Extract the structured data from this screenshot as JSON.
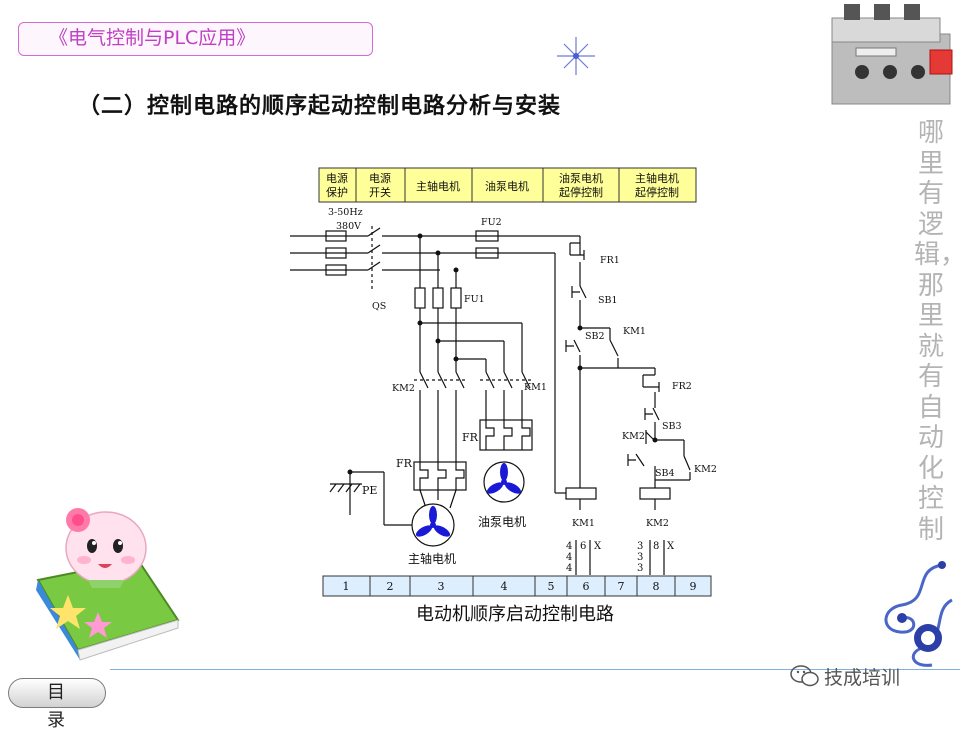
{
  "header": {
    "course_title": "《电气控制与PLC应用》"
  },
  "section_title": "（二）控制电路的顺序起动控制电路分析与安装",
  "side_slogan": "哪里有逻辑，那里就有自动化控制",
  "diagram": {
    "function_blocks": [
      "电源保护",
      "电源开关",
      "主轴电机",
      "油泵电机",
      "油泵电机起停控制",
      "主轴电机起停控制"
    ],
    "supply_label_1": "3-50Hz",
    "supply_label_2": "380V",
    "labels": {
      "qs": "QS",
      "fu1": "FU1",
      "fu2": "FU2",
      "km2_main": "KM2",
      "km1_main": "KM1",
      "fr_main": "FR",
      "fr_pump": "FR",
      "pe": "PE",
      "pump_motor": "油泵电机",
      "spindle_motor": "主轴电机",
      "fr1": "FR1",
      "sb1": "SB1",
      "sb2": "SB2",
      "km1_hold": "KM1",
      "fr2": "FR2",
      "sb3": "SB3",
      "km2_interlock": "KM2",
      "sb4": "SB4",
      "km2_hold": "KM2",
      "km1_coil": "KM1",
      "km2_coil": "KM2"
    },
    "contact_refs": {
      "km1": [
        "4",
        "4",
        "4",
        "6",
        "X"
      ],
      "km2": [
        "3",
        "3",
        "3",
        "8",
        "X"
      ]
    },
    "zones": [
      "1",
      "2",
      "3",
      "4",
      "5",
      "6",
      "7",
      "8",
      "9"
    ],
    "caption": "电动机顺序启动控制电路"
  },
  "footer": {
    "menu_label": "目 录",
    "watermark": "技成培训"
  },
  "colors": {
    "title_border": "#d36ad6",
    "title_text": "#c03fc4",
    "block_fill": "#ffff99",
    "zone_fill": "#ddeeff",
    "motor_fan": "#1a1ad6",
    "slogan": "#b4b4b4"
  }
}
